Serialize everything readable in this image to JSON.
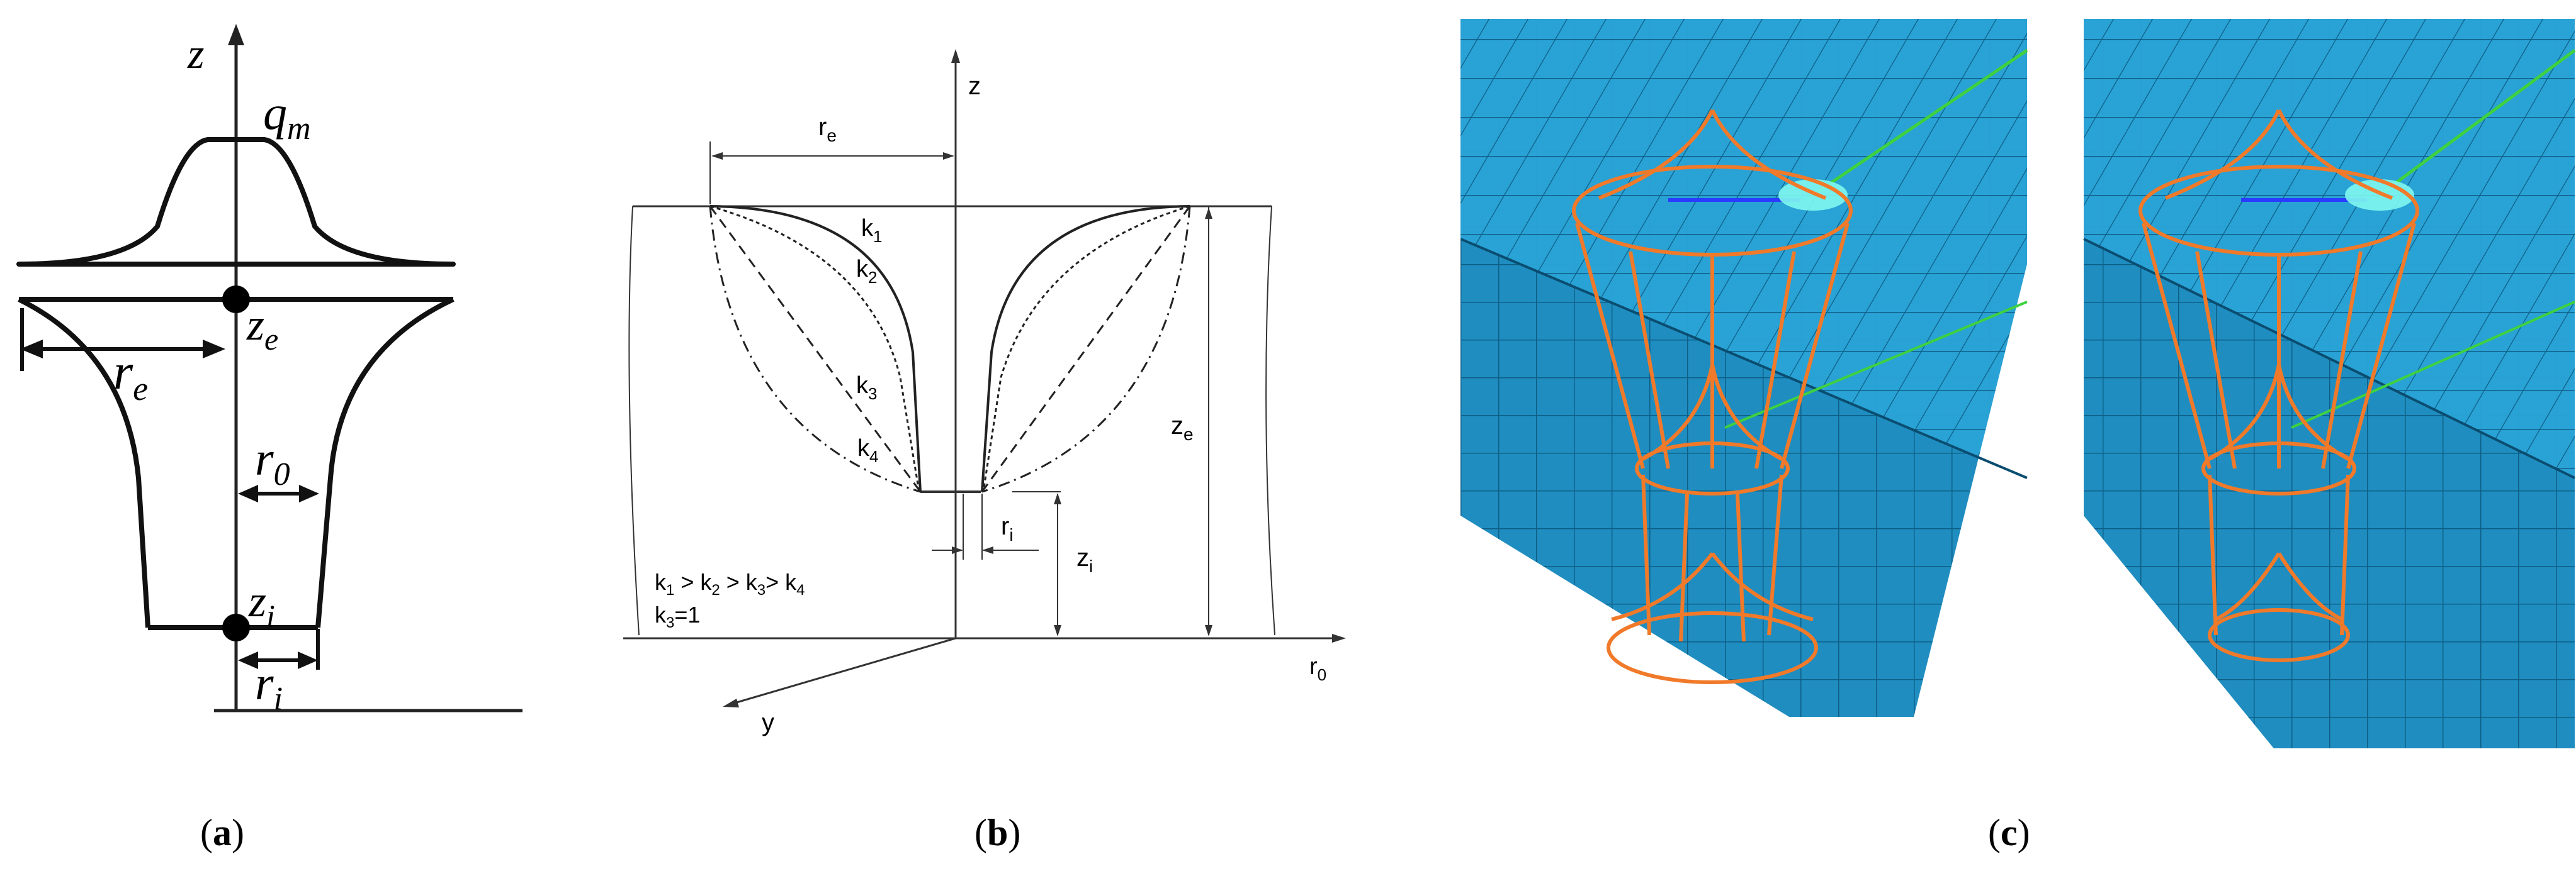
{
  "panels": {
    "a": {
      "caption_letter": "a",
      "labels": {
        "z": "z",
        "qm_main": "q",
        "qm_sub": "m",
        "ze_main": "z",
        "ze_sub": "e",
        "re_main": "r",
        "re_sub": "e",
        "r0_main": "r",
        "r0_sub": "0",
        "zi_main": "z",
        "zi_sub": "i",
        "ri_main": "r",
        "ri_sub": "i"
      }
    },
    "b": {
      "caption_letter": "b",
      "labels": {
        "z": "z",
        "y": "y",
        "r0_main": "r",
        "r0_sub": "0",
        "re_main": "r",
        "re_sub": "e",
        "ze_main": "z",
        "ze_sub": "e",
        "zi_main": "z",
        "zi_sub": "i",
        "ri_main": "r",
        "ri_sub": "i",
        "k1_main": "k",
        "k1_sub": "1",
        "k2_main": "k",
        "k2_sub": "2",
        "k3_main": "k",
        "k3_sub": "3",
        "k4_main": "k",
        "k4_sub": "4",
        "rel_k": "k",
        "rel_1": "1",
        "rel_gt1": " > k",
        "rel_2": "2",
        "rel_gt2": " > k",
        "rel_3": "3",
        "rel_gt3": "> k",
        "rel_4": "4",
        "eq_k": "k",
        "eq_3": "3",
        "eq_val": "=1"
      }
    },
    "c": {
      "caption_letter": "c",
      "colors": {
        "mesh_top": "#2aa3d6",
        "mesh_side": "#1f8dc0",
        "mesh_line": "#0e5e86",
        "wire": "#f07a2a",
        "beam_green": "#3fd13f",
        "beam_blue": "#2a3cff",
        "glow": "#7ff7f0"
      }
    }
  }
}
